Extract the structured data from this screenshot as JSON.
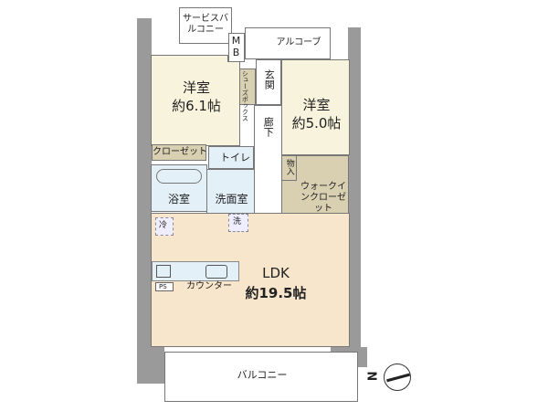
{
  "rooms": {
    "service_balcony": "サービスバルコニー",
    "mb": "MB",
    "alcove": "アルコーブ",
    "western_room_1": {
      "name": "洋室",
      "size": "約6.1帖"
    },
    "shoe_box": "シューズボックス",
    "entrance": "玄関",
    "hallway": "廊下",
    "western_room_2": {
      "name": "洋室",
      "size": "約5.0帖"
    },
    "closet": "クローゼット",
    "toilet": "トイレ",
    "storage": "物入",
    "walk_in_closet": "ウォークインクローゼット",
    "bathroom": "浴室",
    "washroom": "洗面室",
    "fridge": "冷",
    "washer": "洗",
    "ldk": {
      "name": "LDK",
      "size": "約19.5帖"
    },
    "ps": "PS",
    "counter": "カウンター",
    "balcony": "バルコニー"
  },
  "compass": {
    "label": "N"
  },
  "colors": {
    "western": "#f8f3dd",
    "storage": "#d9d0b2",
    "wet": "#e4f0f7",
    "ldk": "#f8e6cc",
    "wall": "#9a9a9a"
  }
}
